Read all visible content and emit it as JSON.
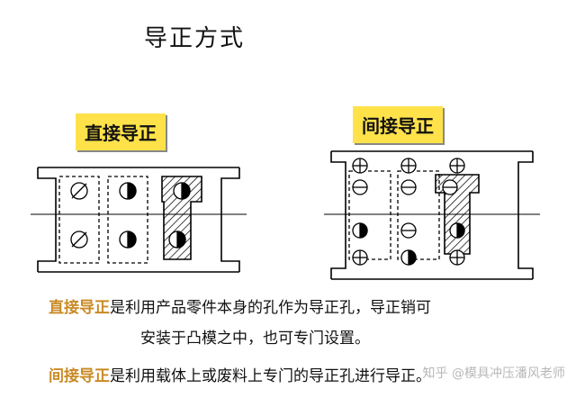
{
  "title": "导正方式",
  "diagrams": {
    "direct_label": "直接导正",
    "indirect_label": "间接导正"
  },
  "description": {
    "line1_term": "直接导正",
    "line1_text": "是利用产品零件本身的孔作为导正孔，导正销可",
    "line2_text": "安装于凸模之中，也可专门设置。",
    "line3_term": "间接导正",
    "line3_text": "是利用载体上或废料上专门的导正孔进行导正。"
  },
  "watermark": "知乎 @模具冲压潘风老师",
  "colors": {
    "label_bg": "#ffe24a",
    "term_text": "#c98a24"
  }
}
